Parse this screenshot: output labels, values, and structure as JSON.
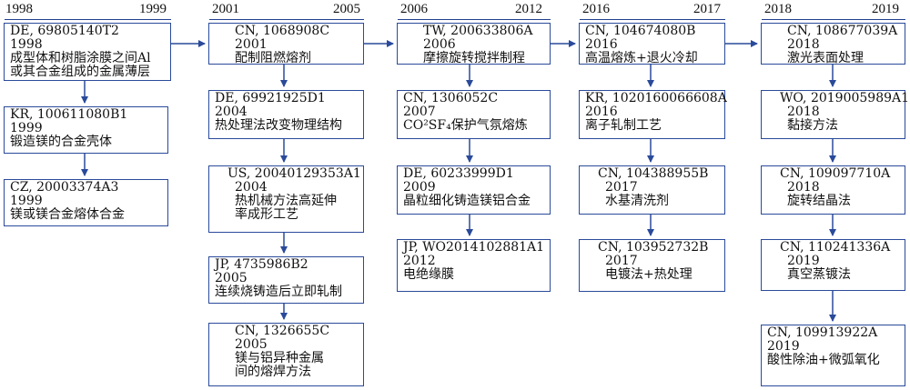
{
  "periods": [
    {
      "start": "1998",
      "end": "1999"
    },
    {
      "start": "2001",
      "end": "2005"
    },
    {
      "start": "2006",
      "end": "2012"
    },
    {
      "start": "2016",
      "end": "2017"
    },
    {
      "start": "2018",
      "end": "2019"
    }
  ],
  "columns": [
    [
      {
        "patent": "DE, 69805140T2",
        "year": "1998",
        "desc1": "成型体和树脂涂膜之间Al",
        "desc2": "或其合金组成的金属薄层"
      },
      {
        "patent": "KR, 100611080B1",
        "year": "1999",
        "desc1": "锻造镁的合金壳体"
      },
      {
        "patent": "CZ, 20003374A3",
        "year": "1999",
        "desc1": "镁或镁合金熔体合金"
      }
    ],
    [
      {
        "patent": "CN, 1068908C",
        "year": "2001",
        "desc1": "配制阻燃熔剂"
      },
      {
        "patent": "DE, 69921925D1",
        "year": "2004",
        "desc1": "热处理法改变物理结构"
      },
      {
        "patent": "US, 20040129353A1",
        "year": "2004",
        "desc1": "热机械方法高延伸",
        "desc2": "率成形工艺"
      },
      {
        "patent": "JP, 4735986B2",
        "year": "2005",
        "desc1": "连续烧铸造后立即轧制"
      },
      {
        "patent": "CN, 1326655C",
        "year": "2005",
        "desc1": "镁与铝异种金属",
        "desc2": "间的熔焊方法"
      }
    ],
    [
      {
        "patent": "TW, 200633806A",
        "year": "2006",
        "desc1": "摩擦旋转搅拌制程"
      },
      {
        "patent": "CN, 1306052C",
        "year": "2007",
        "desc1": "CO²SF₄保护气氛熔炼"
      },
      {
        "patent": "DE, 60233999D1",
        "year": "2009",
        "desc1": "晶粒细化铸造镁铝合金"
      },
      {
        "patent": "JP, WO2014102881A1",
        "year": "2012",
        "desc1": "电绝缘膜"
      }
    ],
    [
      {
        "patent": "CN, 104674080B",
        "year": "2016",
        "desc1": "高温熔炼+退火冷却"
      },
      {
        "patent": "KR, 1020160066608A",
        "year": "2016",
        "desc1": "离子轧制工艺"
      },
      {
        "patent": "CN, 104388955B",
        "year": "2017",
        "desc1": "水基清洗剂"
      },
      {
        "patent": "CN, 103952732B",
        "year": "2017",
        "desc1": "电镀法+热处理"
      }
    ],
    [
      {
        "patent": "CN, 108677039A",
        "year": "2018",
        "desc1": "激光表面处理"
      },
      {
        "patent": "WO, 2019005989A1",
        "year": "2018",
        "desc1": "黏接方法"
      },
      {
        "patent": "CN, 109097710A",
        "year": "2018",
        "desc1": "旋转结晶法"
      },
      {
        "patent": "CN, 110241336A",
        "year": "2019",
        "desc1": "真空蒸镀法"
      },
      {
        "patent": "CN, 109913922A",
        "year": "2019",
        "desc1": "酸性除油+微弧氧化"
      }
    ]
  ]
}
